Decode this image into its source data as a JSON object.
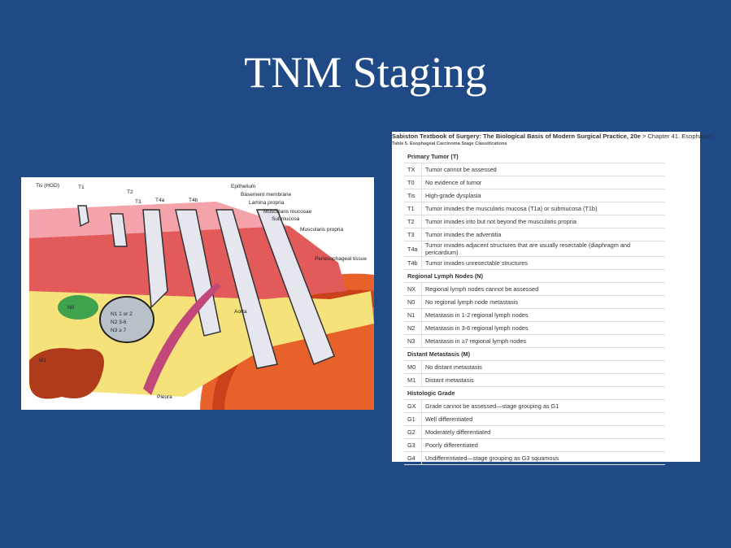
{
  "title": "TNM Staging",
  "diagram": {
    "labels": {
      "tis": "Tis (HGD)",
      "t1": "T1",
      "t2": "T2",
      "t3": "T3",
      "t4a": "T4a",
      "t4b": "T4b",
      "epithelium": "Epithelium",
      "basement": "Basement membrane",
      "lamina": "Lamina propria",
      "muscularis_mucosae": "Muscularis mucosae",
      "submucosa": "Submucosa",
      "muscularis_propria": "Muscularis propria",
      "periesophageal": "Periesophageal tissue",
      "aorta": "Aorta",
      "pleura": "Pleura",
      "n0": "N0",
      "n1": "N1 1 or 2",
      "n2": "N2 3-6",
      "n3": "N3 ≥ 7",
      "m1": "M1"
    }
  },
  "table": {
    "source_bold": "Sabiston Textbook of Surgery: The Biological Basis of Modern Surgical Practice, 20e",
    "source_rest": " > Chapter 41. Esophagus",
    "caption": "Table 5. Esophageal Carcinoma Stage Classifications",
    "sections": [
      {
        "header": "Primary Tumor (T)",
        "rows": [
          [
            "TX",
            "Tumor cannot be assessed"
          ],
          [
            "T0",
            "No evidence of tumor"
          ],
          [
            "Tis",
            "High-grade dysplasia"
          ],
          [
            "T1",
            "Tumor invades the muscularis mucosa (T1a) or submucosa (T1b)"
          ],
          [
            "T2",
            "Tumor invades into but not beyond the muscularis propria"
          ],
          [
            "T3",
            "Tumor invades the adventitia"
          ],
          [
            "T4a",
            "Tumor invades adjacent structures that are usually resectable (diaphragm and pericardium)"
          ],
          [
            "T4b",
            "Tumor invades unresectable structures"
          ]
        ]
      },
      {
        "header": "Regional Lymph Nodes (N)",
        "rows": [
          [
            "NX",
            "Regional lymph nodes cannot be assessed"
          ],
          [
            "N0",
            "No regional lymph node metastasis"
          ],
          [
            "N1",
            "Metastasis in 1-2 regional lymph nodes"
          ],
          [
            "N2",
            "Metastasis in 3-6 regional lymph nodes"
          ],
          [
            "N3",
            "Metastasis in ≥7 regional lymph nodes"
          ]
        ]
      },
      {
        "header": "Distant Metastasis (M)",
        "rows": [
          [
            "M0",
            "No distant metastasis"
          ],
          [
            "M1",
            "Distant metastasis"
          ]
        ]
      },
      {
        "header": "Histologic Grade",
        "rows": [
          [
            "GX",
            "Grade cannot be assessed—stage grouping as G1"
          ],
          [
            "G1",
            "Well differentiated"
          ],
          [
            "G2",
            "Moderately differentiated"
          ],
          [
            "G3",
            "Poorly differentiated"
          ],
          [
            "G4",
            "Undifferentiated—stage grouping as G3 squamous"
          ]
        ]
      }
    ]
  }
}
